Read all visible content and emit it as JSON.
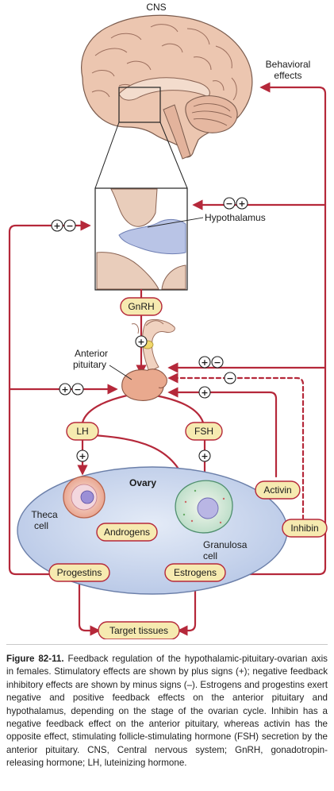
{
  "labels": {
    "cns": "CNS",
    "behavioral_effects_line1": "Behavioral",
    "behavioral_effects_line2": "effects",
    "hypothalamus": "Hypothalamus",
    "gnrh": "GnRH",
    "anterior_pituitary_line1": "Anterior",
    "anterior_pituitary_line2": "pituitary",
    "lh": "LH",
    "fsh": "FSH",
    "ovary": "Ovary",
    "theca_line1": "Theca",
    "theca_line2": "cell",
    "androgens": "Androgens",
    "granulosa_line1": "Granulosa",
    "granulosa_line2": "cell",
    "activin": "Activin",
    "inhibin": "Inhibin",
    "progestins": "Progestins",
    "estrogens": "Estrogens",
    "target_tissues": "Target tissues"
  },
  "signs": {
    "plus": "+",
    "minus": "−"
  },
  "caption": {
    "figure_number": "Figure 82-11.",
    "text": " Feedback regulation of the hypothalamic-pituitary-ovarian axis in females. Stimulatory effects are shown by plus signs (+); negative feedback inhibitory effects are shown by minus signs (–). Estrogens and progestins exert negative and positive feedback effects on the anterior pituitary and hypothalamus, depending on the stage of the ovarian cycle. Inhibin has a negative feedback effect on the anterior pituitary, whereas activin has the opposite effect, stimulating follicle-stimulating hormone (FSH) secretion by the anterior pituitary. CNS, Central nervous system; GnRH, gonadotropin-releasing hormone; LH, luteinizing hormone."
  },
  "colors": {
    "arrow": "#b5283a",
    "pill_fill": "#f6eab0",
    "ovary_fill": "#c9d6ec",
    "brain_fill": "#e8bfa8",
    "hypothalamus_fill": "#b9c4e6",
    "pituitary_fill": "#e7b29a"
  }
}
